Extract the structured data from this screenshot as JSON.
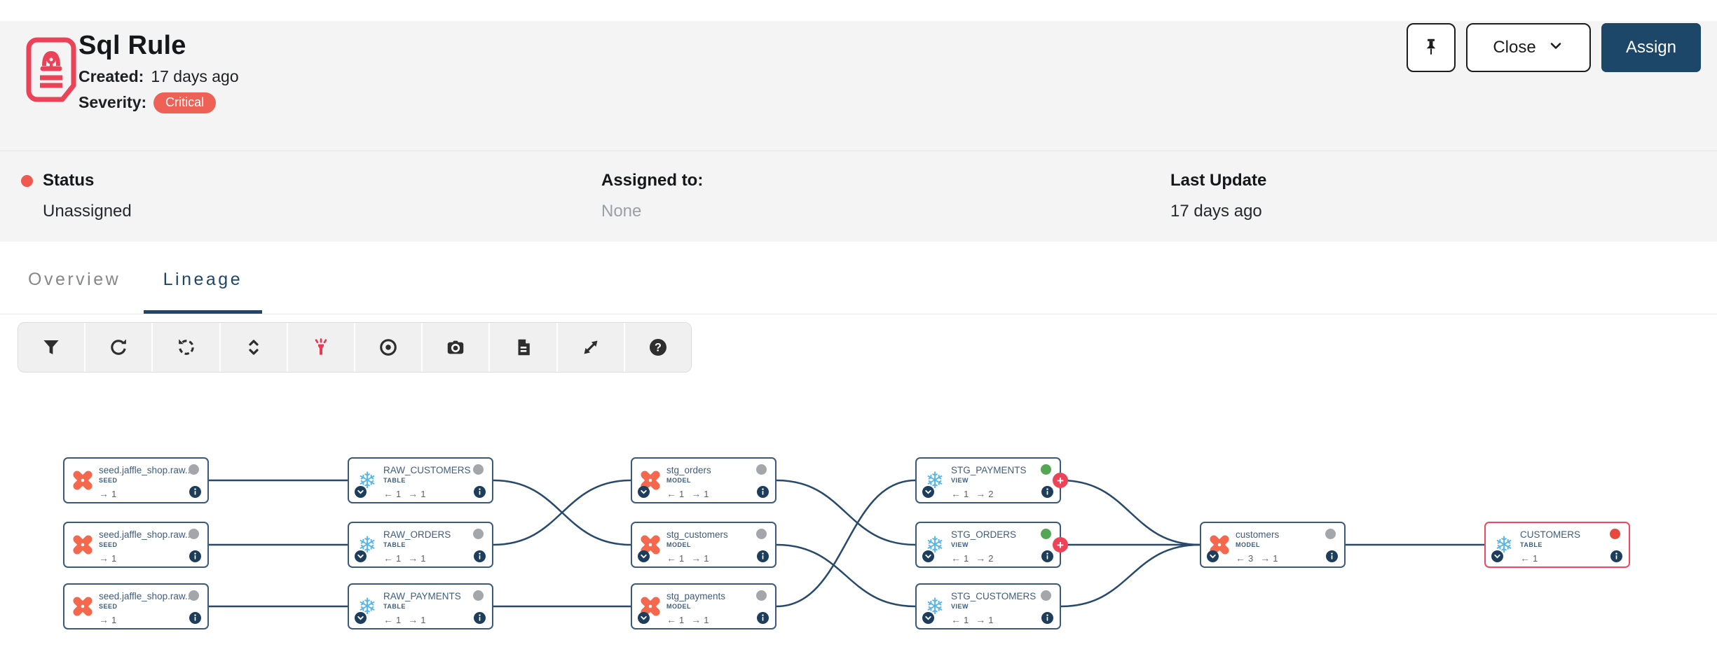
{
  "colors": {
    "navy": "#27496b",
    "nodeBorder": "#3a5a7c",
    "darkNavy": "#1d3d5c",
    "red": "#ee4256",
    "badgeRed": "#ed6156",
    "green": "#53a653",
    "grayDot": "#a3a7ab",
    "dbtOrange": "#f4694d",
    "snowflakeBlue": "#56b5e9",
    "assignBg": "#1d4768",
    "accentRed": "#e83a52"
  },
  "header": {
    "title": "Sql Rule",
    "created_label": "Created:",
    "created_value": "17 days ago",
    "severity_label": "Severity:",
    "severity_badge": "Critical"
  },
  "actions": {
    "close_label": "Close",
    "assign_label": "Assign"
  },
  "status_bar": {
    "status_label": "Status",
    "status_value": "Unassigned",
    "assigned_label": "Assigned to:",
    "assigned_value": "None",
    "last_update_label": "Last Update",
    "last_update_value": "17 days ago"
  },
  "tabs": [
    {
      "label": "Overview",
      "active": false
    },
    {
      "label": "Lineage",
      "active": true
    }
  ],
  "toolbar": {
    "buttons": [
      {
        "icon": "filter-icon"
      },
      {
        "icon": "refresh-icon"
      },
      {
        "icon": "reset-history-icon"
      },
      {
        "icon": "expand-collapse-icon"
      },
      {
        "icon": "flashlight-icon",
        "accent": true
      },
      {
        "icon": "focus-icon"
      },
      {
        "icon": "camera-icon"
      },
      {
        "icon": "document-icon"
      },
      {
        "icon": "fullscreen-icon"
      },
      {
        "icon": "help-icon"
      }
    ]
  },
  "graph": {
    "nodes": [
      {
        "id": "seed_customers",
        "title": "seed.jaffle_shop.raw...",
        "subtitle": "SEED",
        "icon": "dbt-icon",
        "status_dot": "gray",
        "downstream": 1,
        "col": 0,
        "row": 0
      },
      {
        "id": "seed_orders",
        "title": "seed.jaffle_shop.raw...",
        "subtitle": "SEED",
        "icon": "dbt-icon",
        "status_dot": "gray",
        "downstream": 1,
        "col": 0,
        "row": 1
      },
      {
        "id": "seed_payments",
        "title": "seed.jaffle_shop.raw...",
        "subtitle": "SEED",
        "icon": "dbt-icon",
        "status_dot": "gray",
        "downstream": 1,
        "col": 0,
        "row": 2
      },
      {
        "id": "raw_customers",
        "title": "RAW_CUSTOMERS",
        "subtitle": "TABLE",
        "icon": "snowflake-icon",
        "status_dot": "gray",
        "upstream": 1,
        "downstream": 1,
        "expandable": true,
        "col": 1,
        "row": 0
      },
      {
        "id": "raw_orders",
        "title": "RAW_ORDERS",
        "subtitle": "TABLE",
        "icon": "snowflake-icon",
        "status_dot": "gray",
        "upstream": 1,
        "downstream": 1,
        "expandable": true,
        "col": 1,
        "row": 1
      },
      {
        "id": "raw_payments",
        "title": "RAW_PAYMENTS",
        "subtitle": "TABLE",
        "icon": "snowflake-icon",
        "status_dot": "gray",
        "upstream": 1,
        "downstream": 1,
        "expandable": true,
        "col": 1,
        "row": 2
      },
      {
        "id": "stg_orders",
        "title": "stg_orders",
        "subtitle": "MODEL",
        "icon": "dbt-icon",
        "status_dot": "gray",
        "upstream": 1,
        "downstream": 1,
        "expandable": true,
        "col": 2,
        "row": 0
      },
      {
        "id": "stg_customers",
        "title": "stg_customers",
        "subtitle": "MODEL",
        "icon": "dbt-icon",
        "status_dot": "gray",
        "upstream": 1,
        "downstream": 1,
        "expandable": true,
        "col": 2,
        "row": 1
      },
      {
        "id": "stg_payments",
        "title": "stg_payments",
        "subtitle": "MODEL",
        "icon": "dbt-icon",
        "status_dot": "gray",
        "upstream": 1,
        "downstream": 1,
        "expandable": true,
        "col": 2,
        "row": 2
      },
      {
        "id": "STG_PAYMENTS",
        "title": "STG_PAYMENTS",
        "subtitle": "VIEW",
        "icon": "snowflake-icon",
        "status_dot": "green",
        "upstream": 1,
        "downstream": 2,
        "expandable": true,
        "plus_badge": true,
        "col": 3,
        "row": 0
      },
      {
        "id": "STG_ORDERS",
        "title": "STG_ORDERS",
        "subtitle": "VIEW",
        "icon": "snowflake-icon",
        "status_dot": "green",
        "upstream": 1,
        "downstream": 2,
        "expandable": true,
        "plus_badge": true,
        "col": 3,
        "row": 1
      },
      {
        "id": "STG_CUSTOMERS",
        "title": "STG_CUSTOMERS",
        "subtitle": "VIEW",
        "icon": "snowflake-icon",
        "status_dot": "gray",
        "upstream": 1,
        "downstream": 1,
        "expandable": true,
        "col": 3,
        "row": 2
      },
      {
        "id": "customers",
        "title": "customers",
        "subtitle": "MODEL",
        "icon": "dbt-icon",
        "status_dot": "gray",
        "upstream": 3,
        "downstream": 1,
        "expandable": true,
        "col": 4,
        "row": 1
      },
      {
        "id": "CUSTOMERS",
        "title": "CUSTOMERS",
        "subtitle": "TABLE",
        "icon": "snowflake-icon",
        "status_dot": "red",
        "upstream": 1,
        "expandable": true,
        "selected": true,
        "col": 5,
        "row": 1
      }
    ],
    "edges": [
      {
        "from": "seed_customers",
        "to": "raw_customers"
      },
      {
        "from": "seed_orders",
        "to": "raw_orders"
      },
      {
        "from": "seed_payments",
        "to": "raw_payments"
      },
      {
        "from": "raw_customers",
        "to": "stg_customers"
      },
      {
        "from": "raw_orders",
        "to": "stg_orders"
      },
      {
        "from": "raw_payments",
        "to": "stg_payments"
      },
      {
        "from": "stg_orders",
        "to": "STG_ORDERS"
      },
      {
        "from": "stg_customers",
        "to": "STG_CUSTOMERS"
      },
      {
        "from": "stg_payments",
        "to": "STG_PAYMENTS"
      },
      {
        "from": "STG_PAYMENTS",
        "to": "customers"
      },
      {
        "from": "STG_ORDERS",
        "to": "customers"
      },
      {
        "from": "STG_CUSTOMERS",
        "to": "customers"
      },
      {
        "from": "customers",
        "to": "CUSTOMERS"
      }
    ]
  }
}
